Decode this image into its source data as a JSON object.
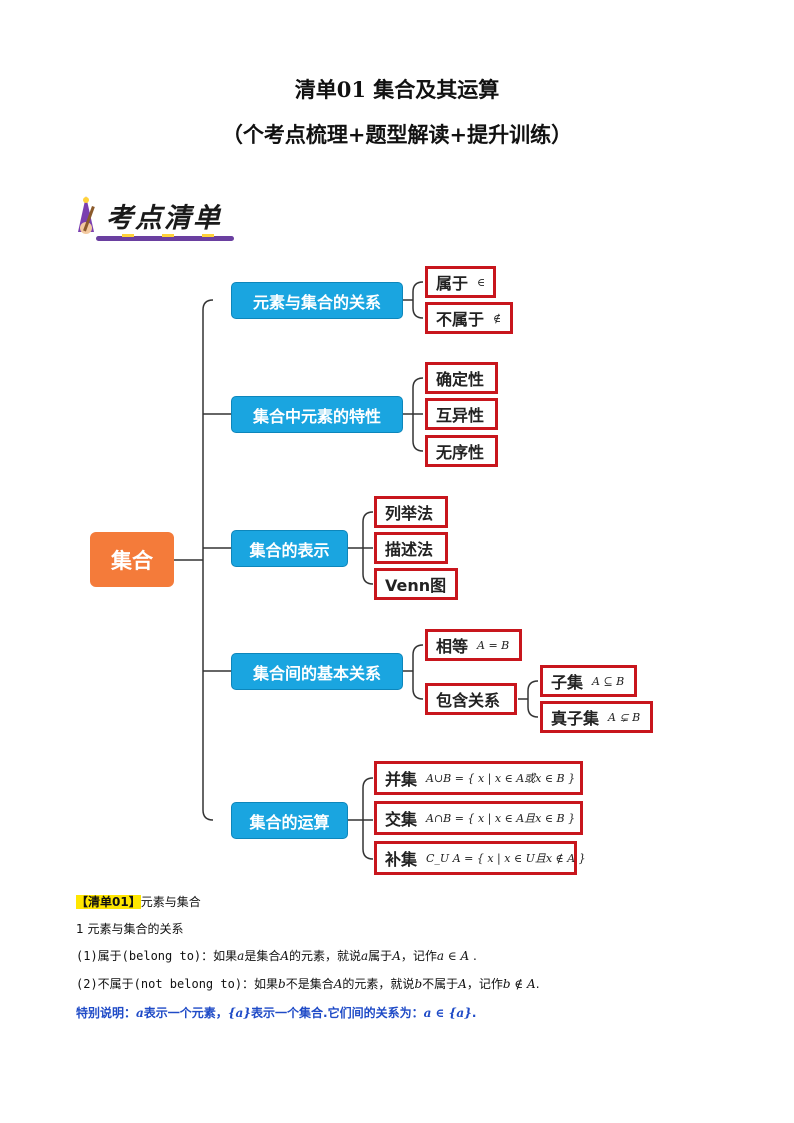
{
  "title": {
    "line1": "清单01  集合及其运算",
    "line2": "（个考点梳理+题型解读+提升训练）"
  },
  "banner": {
    "text": "考点清单"
  },
  "mindmap": {
    "root": "集合",
    "b1": {
      "label": "元素与集合的关系",
      "c1": "属于",
      "c1m": "∈",
      "c2": "不属于",
      "c2m": "∉"
    },
    "b2": {
      "label": "集合中元素的特性",
      "c1": "确定性",
      "c2": "互异性",
      "c3": "无序性"
    },
    "b3": {
      "label": "集合的表示",
      "c1": "列举法",
      "c2": "描述法",
      "c3": "Venn图"
    },
    "b4": {
      "label": "集合间的基本关系",
      "c1": "相等",
      "c1m": "A = B",
      "c2": "包含关系",
      "g1": "子集",
      "g1m": "A ⊆ B",
      "g2": "真子集",
      "g2m": "A ⊊ B"
    },
    "b5": {
      "label": "集合的运算",
      "c1": "并集",
      "c1m": "A∪B = { x | x ∈ A或x ∈ B }",
      "c2": "交集",
      "c2m": "A∩B = { x | x ∈ A且x ∈ B }",
      "c3": "补集",
      "c3m": "C_U A = { x | x ∈ U且x ∉ A }"
    }
  },
  "text": {
    "tag": "【清单01】",
    "tag_title": "元素与集合",
    "heading": "1 元素与集合的关系",
    "p1_a": "(1)属于(belong to)：如果",
    "p1_v1": "a",
    "p1_b": "是集合",
    "p1_v2": "A",
    "p1_c": "的元素，就说",
    "p1_v3": "a",
    "p1_d": "属于",
    "p1_v4": "A",
    "p1_e": "，记作",
    "p1_f": "a ∈ A",
    "p1_g": " .",
    "p2_a": "(2)不属于(not belong to)：如果",
    "p2_v1": "b",
    "p2_b": "不是集合",
    "p2_v2": "A",
    "p2_c": "的元素，就说",
    "p2_v3": "b",
    "p2_d": "不属于",
    "p2_v4": "A",
    "p2_e": "，记作",
    "p2_f": "b ∉ A",
    "p2_g": ".",
    "note_label": "特别说明：",
    "note_v1": "a",
    "note_b": "表示一个元素，",
    "note_v2": "{a}",
    "note_c": "表示一个集合.它们间的关系为：",
    "note_v3": "a ∈ {a}",
    "note_d": "."
  }
}
